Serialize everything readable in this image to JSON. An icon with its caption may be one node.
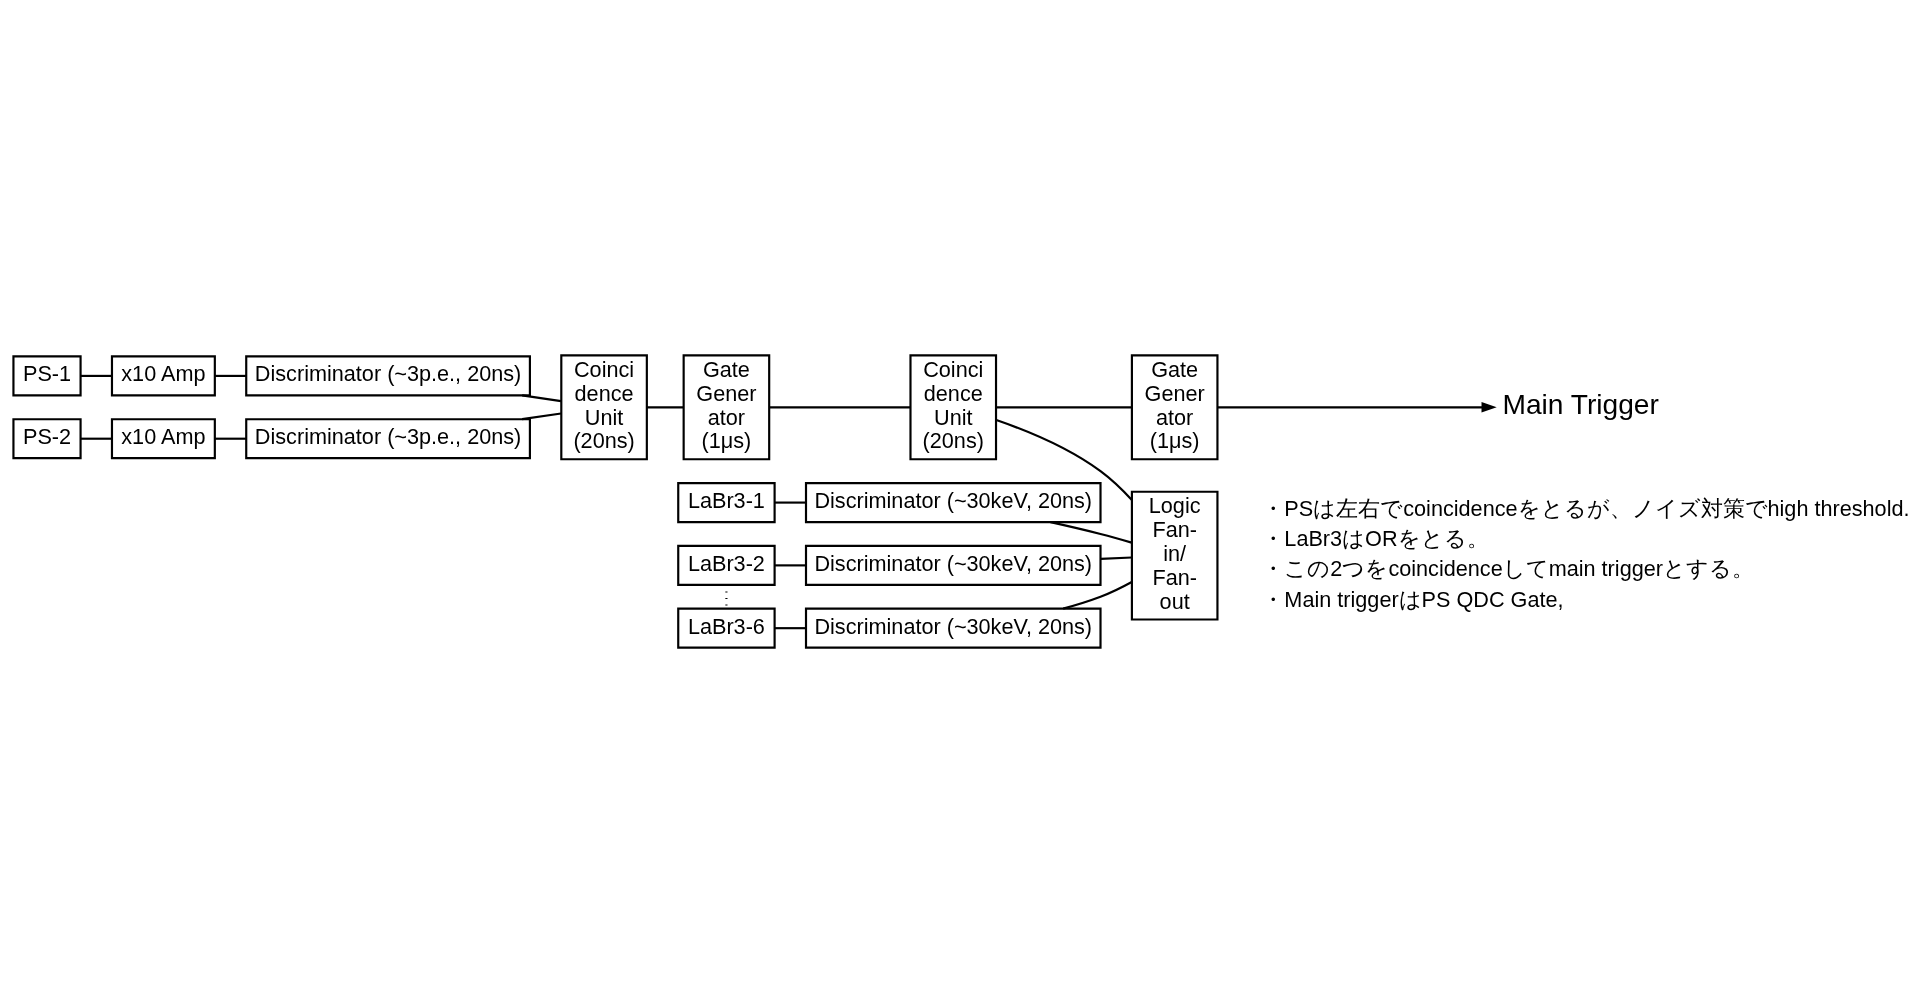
{
  "diagram": {
    "nodes": [
      {
        "text": [
          "PS-1"
        ]
      },
      {
        "text": [
          "x10 Amp"
        ]
      },
      {
        "text": [
          "Discriminator (~3p.e., 20ns)"
        ]
      },
      {
        "text": [
          "PS-2"
        ]
      },
      {
        "text": [
          "x10 Amp"
        ]
      },
      {
        "text": [
          "Discriminator (~3p.e., 20ns)"
        ]
      },
      {
        "text": [
          "Coinci dence Unit (20ns)"
        ]
      },
      {
        "text": [
          "Gate Gener ator (1μs)"
        ]
      },
      {
        "text": [
          "Coinci dence Unit (20ns)"
        ]
      },
      {
        "text": [
          "Gate Gener ator (1μs)"
        ]
      },
      {
        "text": [
          "Main Trigger"
        ]
      },
      {
        "text": [
          "LaBr3-1"
        ]
      },
      {
        "text": [
          "Discriminator (~30keV, 20ns)"
        ]
      },
      {
        "text": [
          "LaBr3-2"
        ]
      },
      {
        "text": [
          "Discriminator (~30keV, 20ns)"
        ]
      },
      {
        "text": [
          "LaBr3-6"
        ]
      },
      {
        "text": [
          "Discriminator (~30keV, 20ns)"
        ]
      },
      {
        "text": [
          "Logic Fan- in/ Fan- out"
        ]
      }
    ],
    "edges": [
      {
        "from": 0,
        "to": 1,
        "arrow": "none"
      },
      {
        "from": 1,
        "to": 2,
        "arrow": "none"
      },
      {
        "from": 2,
        "to": 6,
        "arrow": "none"
      },
      {
        "from": 3,
        "to": 4,
        "arrow": "none"
      },
      {
        "from": 4,
        "to": 5,
        "arrow": "none"
      },
      {
        "from": 5,
        "to": 6,
        "arrow": "none"
      },
      {
        "from": 6,
        "to": 7,
        "arrow": "none"
      },
      {
        "from": 7,
        "to": 8,
        "arrow": "none"
      },
      {
        "from": 8,
        "to": 9,
        "arrow": "none"
      },
      {
        "from": 9,
        "to": 10,
        "arrow": "to"
      },
      {
        "from": 8,
        "to": 17,
        "arrow": "none"
      },
      {
        "from": 11,
        "to": 12,
        "arrow": "none"
      },
      {
        "from": 12,
        "to": 17,
        "arrow": "none"
      },
      {
        "from": 13,
        "to": 14,
        "arrow": "none"
      },
      {
        "from": 14,
        "to": 17,
        "arrow": "none"
      },
      {
        "from": 13,
        "to": 15,
        "arrow": "none",
        "style": "dashed"
      },
      {
        "from": 15,
        "to": 16,
        "arrow": "none"
      },
      {
        "from": 16,
        "to": 17,
        "arrow": "none"
      }
    ],
    "labels": [
      "・PSは左右でcoincidenceをとるが、ノイズ対策でhigh threshold.",
      "・LaBr3はORをとる。",
      "・この2つをcoincidenceしてmain triggerとする。",
      "・Main triggerはPS QDC Gate,"
    ]
  }
}
